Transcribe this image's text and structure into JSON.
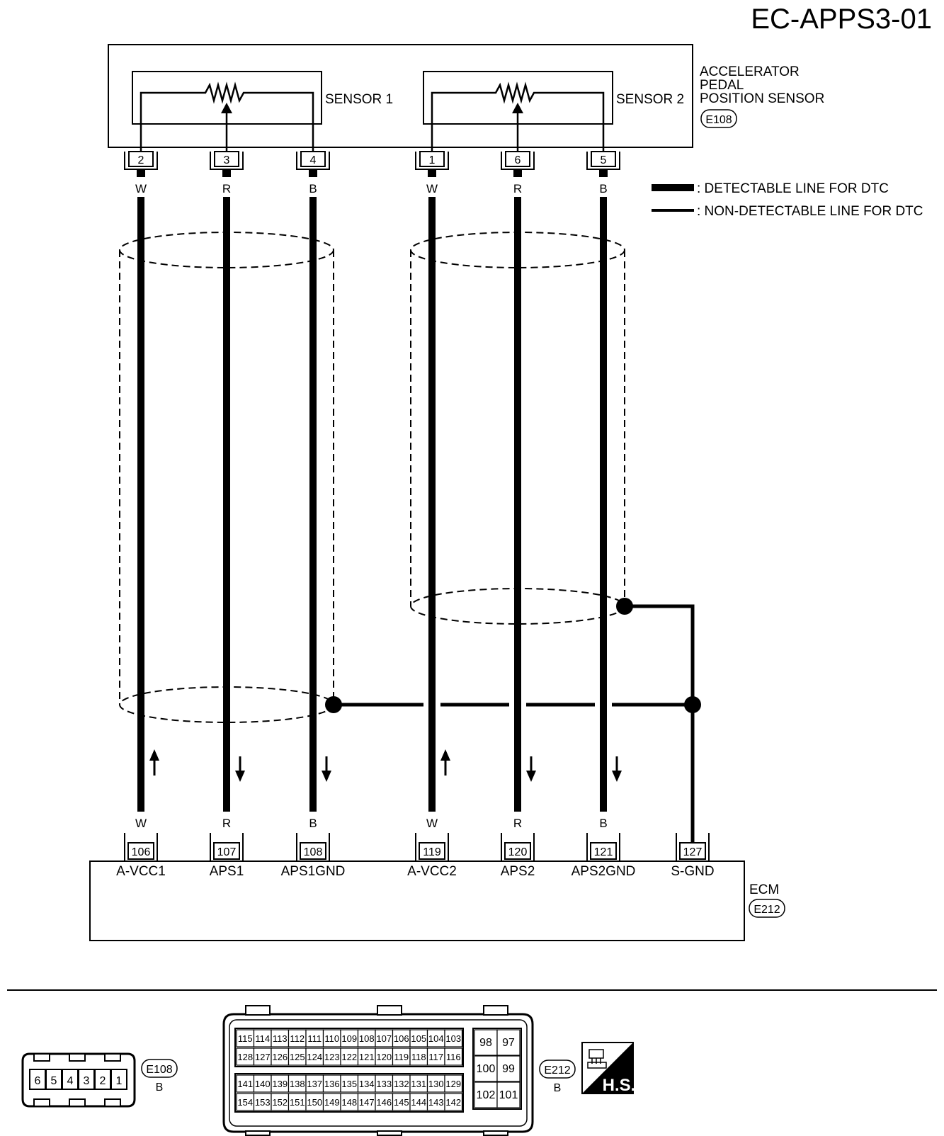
{
  "diagram_id": "EC-APPS3-01",
  "sensor": {
    "name_lines": [
      "ACCELERATOR",
      "PEDAL",
      "POSITION SENSOR"
    ],
    "connector": "E108",
    "sensor1_label": "SENSOR 1",
    "sensor2_label": "SENSOR 2"
  },
  "legend": {
    "detectable": ": DETECTABLE LINE FOR DTC",
    "non_detectable": ": NON-DETECTABLE LINE FOR DTC"
  },
  "wires": [
    {
      "sensor_pin": "2",
      "color": "W",
      "ecm_pin": "106",
      "ecm_label": "A-VCC1",
      "direction": "up"
    },
    {
      "sensor_pin": "3",
      "color": "R",
      "ecm_pin": "107",
      "ecm_label": "APS1",
      "direction": "down"
    },
    {
      "sensor_pin": "4",
      "color": "B",
      "ecm_pin": "108",
      "ecm_label": "APS1GND",
      "direction": "down"
    },
    {
      "sensor_pin": "1",
      "color": "W",
      "ecm_pin": "119",
      "ecm_label": "A-VCC2",
      "direction": "up"
    },
    {
      "sensor_pin": "6",
      "color": "R",
      "ecm_pin": "120",
      "ecm_label": "APS2",
      "direction": "down"
    },
    {
      "sensor_pin": "5",
      "color": "B",
      "ecm_pin": "121",
      "ecm_label": "APS2GND",
      "direction": "down"
    }
  ],
  "sgnd": {
    "ecm_pin": "127",
    "ecm_label": "S-GND"
  },
  "ecm": {
    "name": "ECM",
    "connector": "E212"
  },
  "connector_views": {
    "e108": {
      "pins": [
        "6",
        "5",
        "4",
        "3",
        "2",
        "1"
      ],
      "id": "E108",
      "color": "B"
    },
    "e212": {
      "id": "E212",
      "color": "B",
      "rows": [
        [
          "115",
          "114",
          "113",
          "112",
          "111",
          "110",
          "109",
          "108",
          "107",
          "106",
          "105",
          "104",
          "103"
        ],
        [
          "128",
          "127",
          "126",
          "125",
          "124",
          "123",
          "122",
          "121",
          "120",
          "119",
          "118",
          "117",
          "116"
        ],
        [
          "141",
          "140",
          "139",
          "138",
          "137",
          "136",
          "135",
          "134",
          "133",
          "132",
          "131",
          "130",
          "129"
        ],
        [
          "154",
          "153",
          "152",
          "151",
          "150",
          "149",
          "148",
          "147",
          "146",
          "145",
          "144",
          "143",
          "142"
        ]
      ],
      "side_pins": [
        [
          "98",
          "97"
        ],
        [
          "100",
          "99"
        ],
        [
          "102",
          "101"
        ]
      ]
    },
    "hs_label": "H.S."
  }
}
